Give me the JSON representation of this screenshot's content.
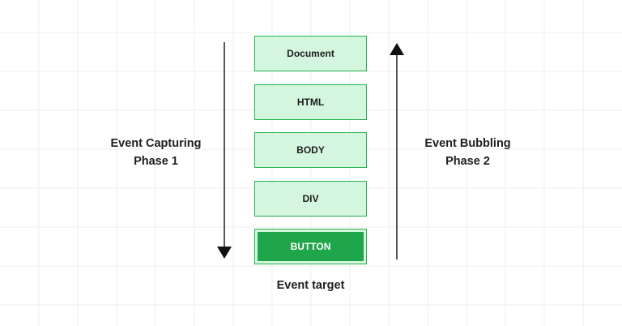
{
  "elements": [
    {
      "label": "Document"
    },
    {
      "label": "HTML"
    },
    {
      "label": "BODY"
    },
    {
      "label": "DIV"
    },
    {
      "label": "BUTTON"
    }
  ],
  "capturing": {
    "title": "Event Capturing",
    "phase": "Phase 1",
    "direction": "down"
  },
  "bubbling": {
    "title": "Event Bubbling",
    "phase": "Phase 2",
    "direction": "up"
  },
  "target_label": "Event target",
  "colors": {
    "box_fill": "#d4f6df",
    "box_border": "#22b24c",
    "target_fill": "#1fa64a",
    "arrow": "#111111",
    "grid": "#eeeeee"
  }
}
